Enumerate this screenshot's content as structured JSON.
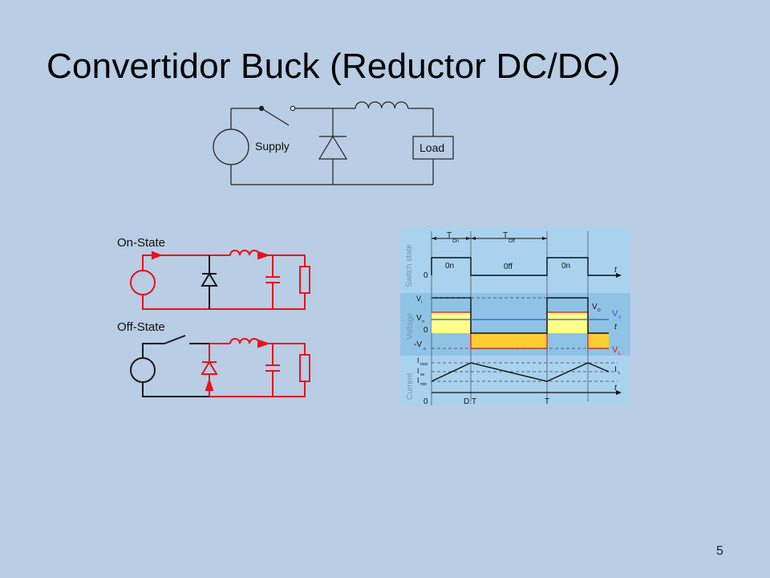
{
  "slide": {
    "title": "Convertidor Buck (Reductor DC/DC)",
    "page_number": "5"
  },
  "top_circuit": {
    "supply_label": "Supply",
    "load_label": "Load"
  },
  "state_circuits": {
    "on_state_label": "On-State",
    "off_state_label": "Off-State",
    "active_color": "#e8121a",
    "inactive_color": "#1a1a1a"
  },
  "waveforms": {
    "panels": {
      "switch": "Switch state",
      "voltage": "Voltage",
      "current": "Current"
    },
    "time_labels": {
      "t_on_main": "T",
      "t_on_sub": "On",
      "t_off_main": "T",
      "t_off_sub": "Off",
      "t": "t",
      "zero": "0",
      "dt": "D.T",
      "T": "T"
    },
    "switch_labels": {
      "on1": "0n",
      "off": "0ff",
      "on2": "0n"
    },
    "voltage_labels": {
      "vi_main": "V",
      "vi_sub": "i",
      "vo_main": "V",
      "vo_sub": "o",
      "neg_vo": "-V",
      "neg_vo_sub": "o",
      "vd_main": "V",
      "vd_sub": "D",
      "vo_right_main": "V",
      "vo_right_sub": "o",
      "vl_main": "V",
      "vl_sub": "L"
    },
    "current_labels": {
      "imax_main": "I",
      "imax_sub": "max",
      "iav_main": "I",
      "iav_sub": "av",
      "imin_main": "I",
      "imin_sub": "min",
      "il_main": "I",
      "il_sub": "L"
    },
    "colors": {
      "panel_bg": "#a9d2ef",
      "yellow": "#ffff88",
      "orange": "#ffcc33",
      "blue_line": "#2b58d8",
      "red": "#e8121a"
    }
  }
}
